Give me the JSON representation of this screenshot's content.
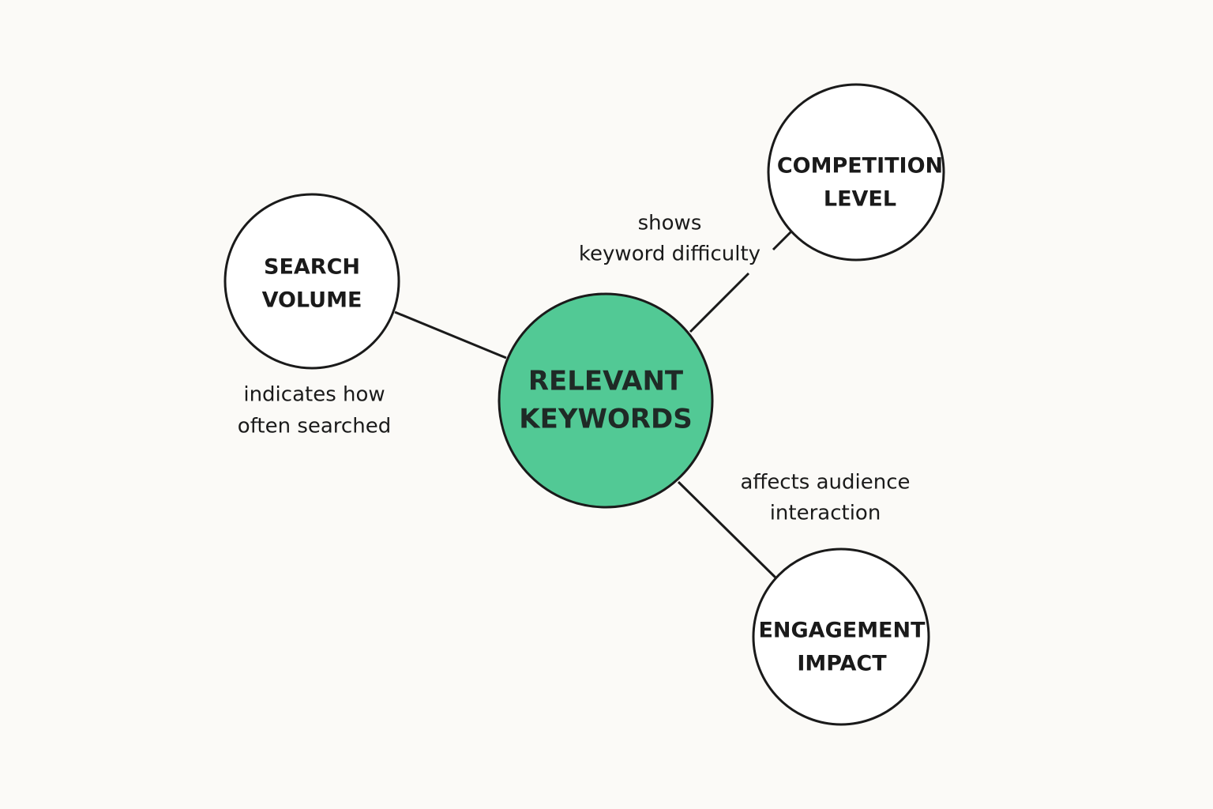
{
  "colors": {
    "background": "#fbfaf7",
    "center_fill": "#52c995",
    "outline": "#1a1a1a",
    "node_fill": "#ffffff"
  },
  "center": {
    "line1": "RELEVANT",
    "line2": "KEYWORDS"
  },
  "nodes": {
    "search_volume": {
      "line1": "SEARCH",
      "line2": "VOLUME"
    },
    "competition_level": {
      "line1": "COMPETITION",
      "line2": "LEVEL"
    },
    "engagement_impact": {
      "line1": "ENGAGEMENT",
      "line2": "IMPACT"
    }
  },
  "edges": {
    "search_volume": {
      "line1": "indicates how",
      "line2": "often searched"
    },
    "competition_level": {
      "line1": "shows",
      "line2": "keyword difficulty"
    },
    "engagement_impact": {
      "line1": "affects audience",
      "line2": "interaction"
    }
  }
}
